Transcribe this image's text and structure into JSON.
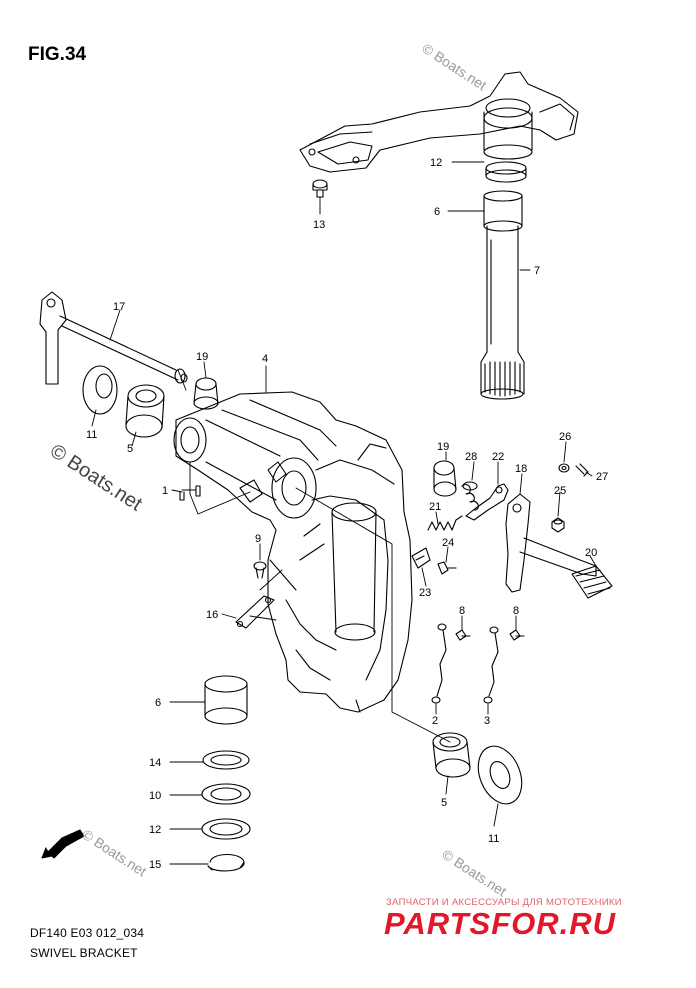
{
  "figure": {
    "title": "FIG.34",
    "model_code": "DF140 E03 012_034",
    "caption": "SWIVEL BRACKET"
  },
  "watermarks": {
    "main": "© Boats.net",
    "small": "© Boats.net"
  },
  "shop_badge": {
    "subtitle": "ЗАПЧАСТИ И АКСЕССУАРЫ ДЛЯ МОТОТЕХНИКИ",
    "logo": "PARTSFOR.RU"
  },
  "parts": [
    {
      "id": "p12a",
      "number": "12"
    },
    {
      "id": "p6a",
      "number": "6"
    },
    {
      "id": "p7",
      "number": "7"
    },
    {
      "id": "p13",
      "number": "13"
    },
    {
      "id": "p17",
      "number": "17"
    },
    {
      "id": "p19a",
      "number": "19"
    },
    {
      "id": "p4",
      "number": "4"
    },
    {
      "id": "p11a",
      "number": "11"
    },
    {
      "id": "p5a",
      "number": "5"
    },
    {
      "id": "p1",
      "number": "1"
    },
    {
      "id": "p19b",
      "number": "19"
    },
    {
      "id": "p28",
      "number": "28"
    },
    {
      "id": "p22",
      "number": "22"
    },
    {
      "id": "p26",
      "number": "26"
    },
    {
      "id": "p27",
      "number": "27"
    },
    {
      "id": "p18",
      "number": "18"
    },
    {
      "id": "p25",
      "number": "25"
    },
    {
      "id": "p21",
      "number": "21"
    },
    {
      "id": "p24",
      "number": "24"
    },
    {
      "id": "p20",
      "number": "20"
    },
    {
      "id": "p9",
      "number": "9"
    },
    {
      "id": "p23",
      "number": "23"
    },
    {
      "id": "p16",
      "number": "16"
    },
    {
      "id": "p8a",
      "number": "8"
    },
    {
      "id": "p8b",
      "number": "8"
    },
    {
      "id": "p6b",
      "number": "6"
    },
    {
      "id": "p2",
      "number": "2"
    },
    {
      "id": "p3",
      "number": "3"
    },
    {
      "id": "p14",
      "number": "14"
    },
    {
      "id": "p5b",
      "number": "5"
    },
    {
      "id": "p10",
      "number": "10"
    },
    {
      "id": "p11b",
      "number": "11"
    },
    {
      "id": "p12b",
      "number": "12"
    },
    {
      "id": "p15",
      "number": "15"
    }
  ],
  "front_marker": "FWD"
}
